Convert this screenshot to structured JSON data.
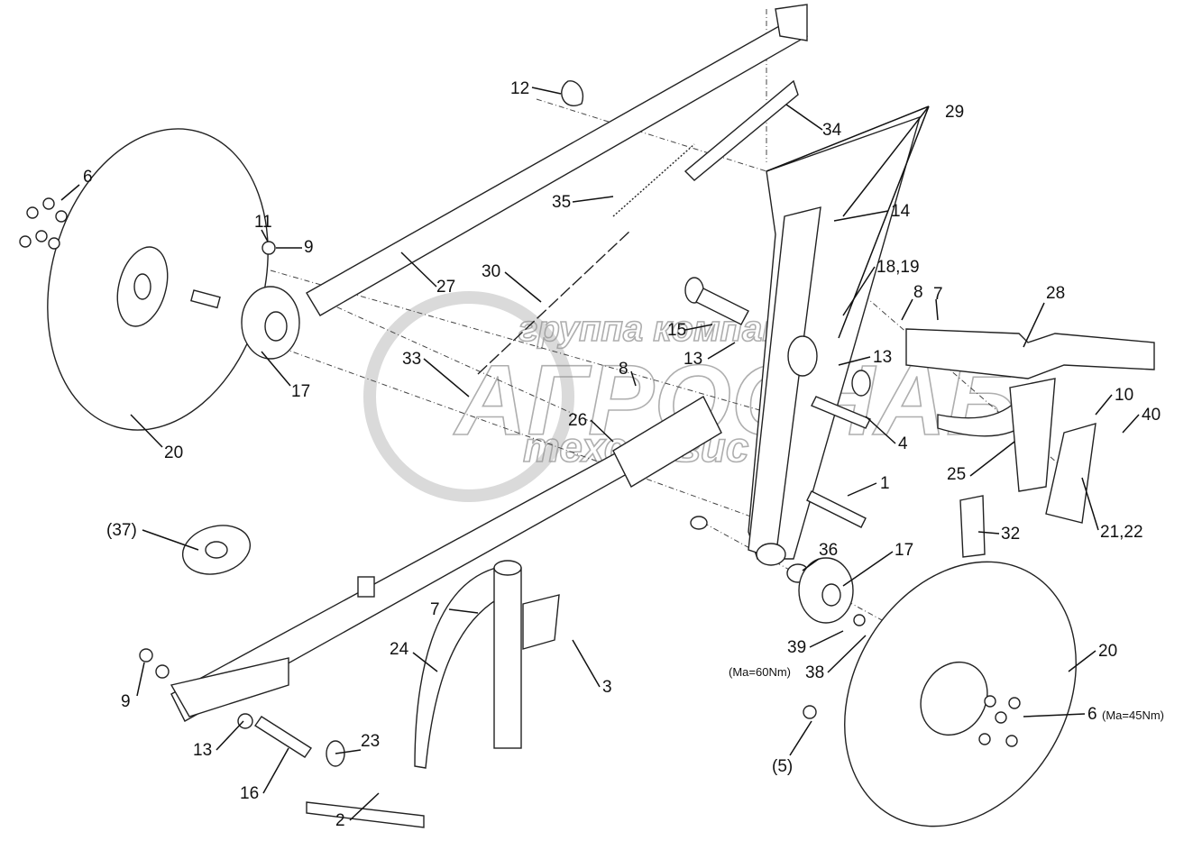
{
  "watermark": {
    "line1": "группа компаний",
    "line2": "АГРОСНАБ",
    "line3": "техсервис"
  },
  "callouts": [
    "6",
    "11",
    "9",
    "12",
    "34",
    "29",
    "35",
    "14",
    "27",
    "30",
    "18,19",
    "8",
    "7",
    "28",
    "15",
    "13",
    "33",
    "8",
    "13",
    "17",
    "20",
    "26",
    "4",
    "10",
    "40",
    "25",
    "1",
    "21,22",
    "(37)",
    "32",
    "36",
    "17",
    "7",
    "24",
    "3",
    "39",
    "(Ma=60Nm)",
    "38",
    "20",
    "6",
    "(Ma=45Nm)",
    "9",
    "13",
    "16",
    "23",
    "2",
    "(5)"
  ]
}
